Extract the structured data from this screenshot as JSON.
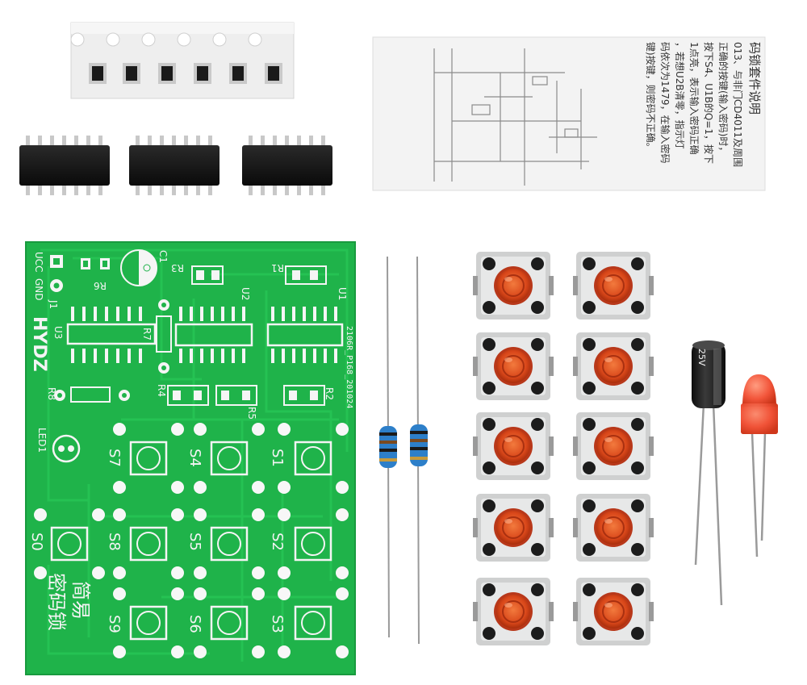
{
  "pcb": {
    "label_ucc": "UCC",
    "label_gnd": "GND",
    "label_j1": "J1",
    "label_hydz": "HYDZ",
    "label_r6": "R6",
    "label_c1": "C1",
    "label_r3": "R3",
    "label_r1": "R1",
    "label_u3": "U3",
    "label_r7": "R7",
    "label_u2": "U2",
    "label_u1": "U1",
    "label_r8": "R8",
    "label_r4": "R4",
    "label_r5": "R5",
    "label_r2": "R2",
    "label_version": "2106R_P168_201024",
    "label_led1": "LED1",
    "title_line1": "简易",
    "title_line2": "密码锁",
    "switch_labels": [
      "S7",
      "S4",
      "S1",
      "S0",
      "S8",
      "S5",
      "S2",
      "S9",
      "S6",
      "S3"
    ]
  },
  "instruction_sheet": {
    "lines": [
      "码锁套件说明",
      "013、与非门CD4011及周围",
      "正确的按键(输入密码)时，",
      "按下S4、U1B的Q=1，按下",
      "1点亮，表示输入密码正确",
      "，若想U2B清零，指示灯",
      "码依次为1479，在输入密码",
      "键)按键，则密码不正确。"
    ]
  },
  "capacitor": {
    "marking": "25V"
  },
  "colors": {
    "pcb_green": "#1fb34a",
    "button_orange": "#d9471a",
    "led_red": "#f2553a",
    "resistor_blue": "#2d7fc9"
  }
}
